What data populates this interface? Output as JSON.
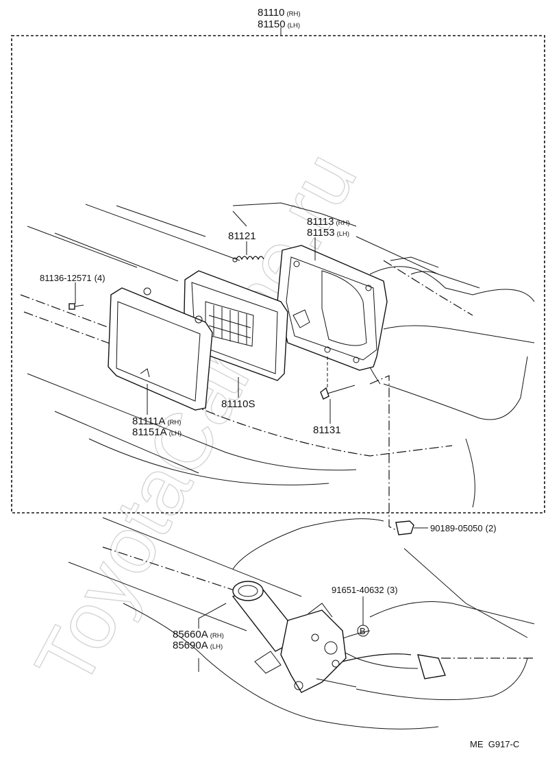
{
  "diagram": {
    "assembly": {
      "rh_number": "81110",
      "rh_side": "(RH)",
      "lh_number": "81150",
      "lh_side": "(LH)"
    },
    "parts": {
      "housing": {
        "rh_number": "81113",
        "rh_side": "(RH)",
        "lh_number": "81153",
        "lh_side": "(LH)"
      },
      "spring": {
        "number": "81121"
      },
      "screw": {
        "number": "81136-12571",
        "qty": "(4)"
      },
      "sealed_beam": {
        "number": "81110S"
      },
      "bezel": {
        "rh_number": "81111A",
        "rh_side": "(RH)",
        "lh_number": "81151A",
        "lh_side": "(LH)"
      },
      "adjust_screw": {
        "number": "81131"
      },
      "clip": {
        "number": "90189-05050",
        "qty": "(2)"
      },
      "bolt": {
        "number": "91651-40632",
        "qty": "(3)"
      },
      "bolt_marker": "B",
      "motor": {
        "rh_number": "85660A",
        "rh_side": "(RH)",
        "lh_number": "85690A",
        "lh_side": "(LH)"
      }
    },
    "watermark": "ToyotaCarline.ru",
    "figure_code": "ME  G917-C"
  }
}
